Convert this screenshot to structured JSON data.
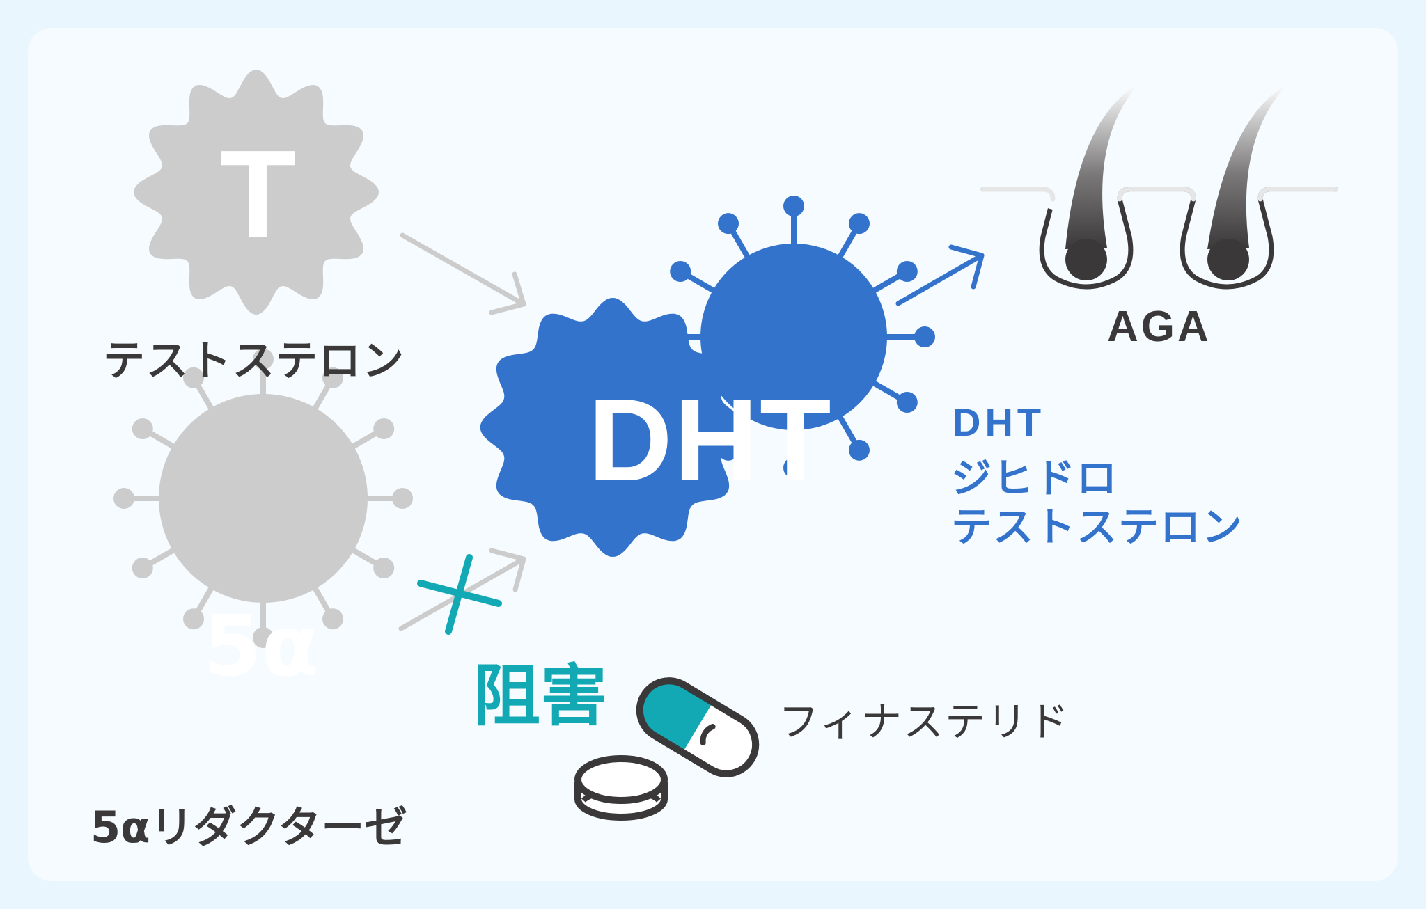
{
  "nodes": {
    "testosterone": {
      "symbol": "T",
      "label": "テストステロン"
    },
    "reductase": {
      "symbol": "5α",
      "label": "5αリダクターゼ"
    },
    "dht": {
      "symbol": "DHT",
      "caption_line1": "DHT",
      "caption_line2": "ジヒドロ",
      "caption_line3": "テストステロン"
    },
    "aga": {
      "label": "AGA"
    }
  },
  "inhibition": {
    "label": "阻害"
  },
  "drug": {
    "label": "フィナステリド"
  },
  "colors": {
    "background": "#eaf6fd",
    "panel": "#f5fbfe",
    "gray": "#cccccc",
    "blue": "#3373cb",
    "teal": "#12a9b4",
    "dark": "#3a3838"
  }
}
